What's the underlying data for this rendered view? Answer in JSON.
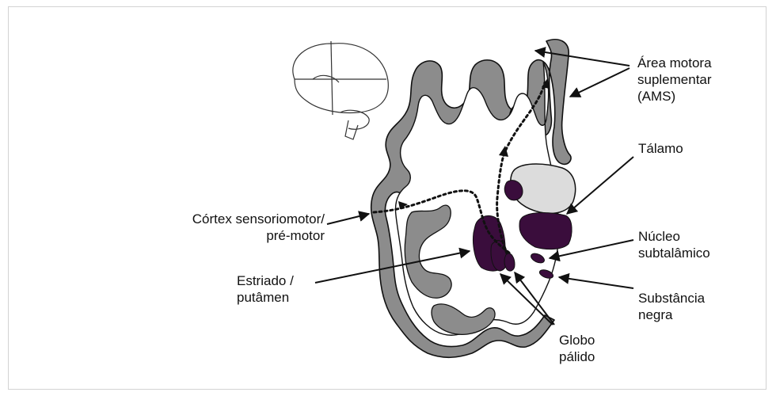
{
  "labels": {
    "ams": "Área motora\nsuplementar\n(AMS)",
    "talamo": "Tálamo",
    "cortex": "Córtex sensoriomotor/\npré-motor",
    "nucleo": "Núcleo\nsubtalâmico",
    "estriado": "Estriado /\nputâmen",
    "substancia": "Substância\nnegra",
    "globo": "Globo\npálido"
  },
  "colors": {
    "cortex_gray": "#8c8c8c",
    "white_matter": "#ffffff",
    "thalamus": "#dcdcdc",
    "nuclei": "#3a0d3c",
    "outline": "#111111"
  }
}
